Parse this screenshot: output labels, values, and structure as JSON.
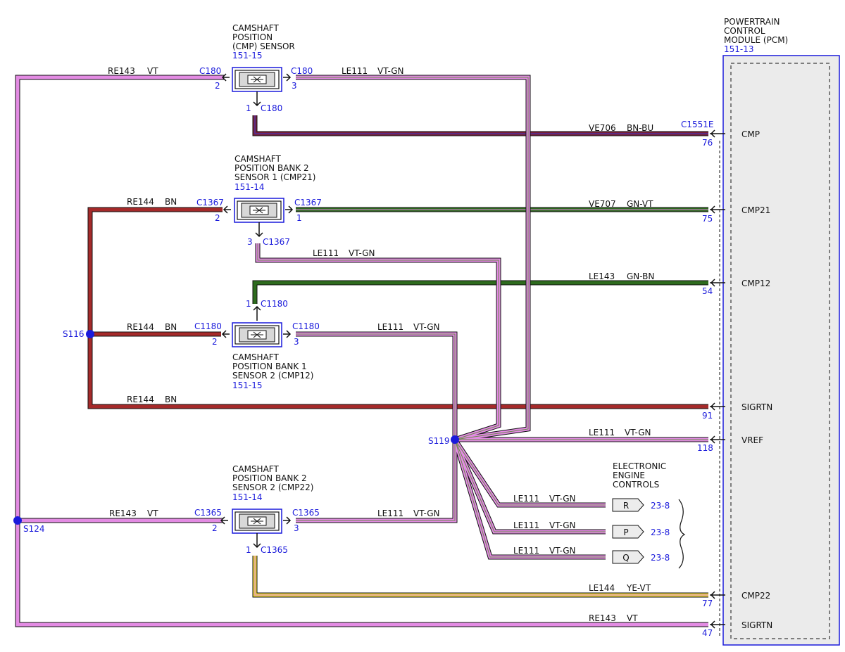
{
  "colors": {
    "vt": "#e38be3",
    "bn": "#a52a2a",
    "gn": "#2e6b1e",
    "ye": "#e8d23a",
    "vt_gn_stripe": "#6a8a4a",
    "bn_bu_stripe": "#3a3ad0",
    "connector_ref": "#1a1adb",
    "splice": "#1a1adb"
  },
  "pcm": {
    "title_line1": "POWERTRAIN",
    "title_line2": "CONTROL",
    "title_line3": "MODULE (PCM)",
    "ref": "151-13",
    "connector": "C1551E",
    "pins": [
      {
        "pin": "76",
        "signal": "CMP"
      },
      {
        "pin": "75",
        "signal": "CMP21"
      },
      {
        "pin": "54",
        "signal": "CMP12"
      },
      {
        "pin": "91",
        "signal": "SIGRTN"
      },
      {
        "pin": "118",
        "signal": "VREF"
      },
      {
        "pin": "77",
        "signal": "CMP22"
      },
      {
        "pin": "47",
        "signal": "SIGRTN"
      }
    ]
  },
  "sensors": [
    {
      "line1": "CAMSHAFT",
      "line2": "POSITION",
      "line3": "(CMP) SENSOR",
      "ref": "151-15",
      "connector": "C180",
      "pin_left": "2",
      "pin_right": "3",
      "pin_bottom": "1"
    },
    {
      "line1": "CAMSHAFT",
      "line2": "POSITION BANK 2",
      "line3": "SENSOR 1 (CMP21)",
      "ref": "151-14",
      "connector": "C1367",
      "pin_left": "2",
      "pin_right": "1",
      "pin_bottom": "3"
    },
    {
      "line1": "CAMSHAFT",
      "line2": "POSITION BANK 1",
      "line3": "SENSOR 2 (CMP12)",
      "ref": "151-15",
      "connector": "C1180",
      "pin_left": "2",
      "pin_right": "3",
      "pin_top": "1"
    },
    {
      "line1": "CAMSHAFT",
      "line2": "POSITION BANK 2",
      "line3": "SENSOR 2 (CMP22)",
      "ref": "151-14",
      "connector": "C1365",
      "pin_left": "2",
      "pin_right": "3",
      "pin_bottom": "1"
    }
  ],
  "wires": {
    "re143_vt": {
      "circuit": "RE143",
      "color": "VT"
    },
    "re144_bn": {
      "circuit": "RE144",
      "color": "BN"
    },
    "le111_vtgn": {
      "circuit": "LE111",
      "color": "VT-GN"
    },
    "ve706": {
      "circuit": "VE706",
      "color": "BN-BU"
    },
    "ve707": {
      "circuit": "VE707",
      "color": "GN-VT"
    },
    "le143": {
      "circuit": "LE143",
      "color": "GN-BN"
    },
    "le144": {
      "circuit": "LE144",
      "color": "YE-VT"
    }
  },
  "splices": {
    "s116": "S116",
    "s119": "S119",
    "s124": "S124"
  },
  "eec": {
    "line1": "ELECTRONIC",
    "line2": "ENGINE",
    "line3": "CONTROLS",
    "refs": [
      {
        "letter": "R",
        "page": "23-8"
      },
      {
        "letter": "P",
        "page": "23-8"
      },
      {
        "letter": "Q",
        "page": "23-8"
      }
    ]
  }
}
